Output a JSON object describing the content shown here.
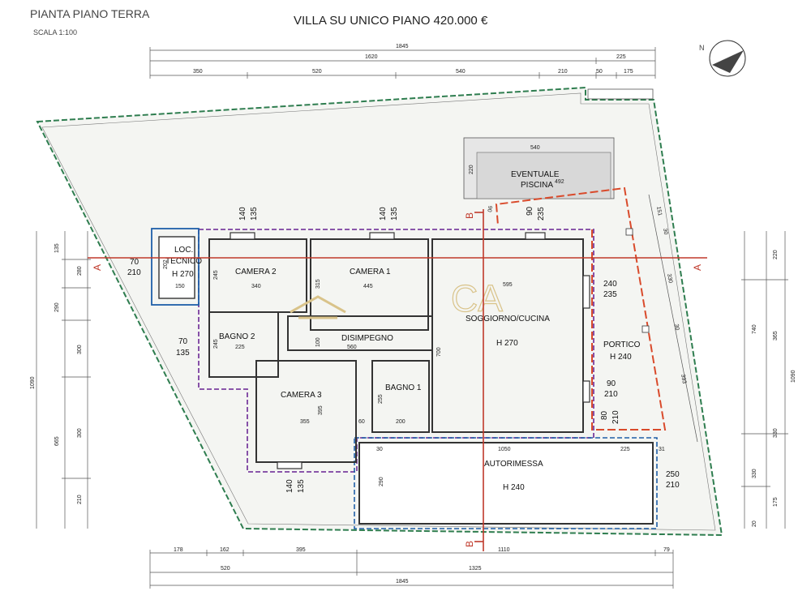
{
  "header": {
    "plan_title": "PIANTA PIANO TERRA",
    "scale": "SCALA 1:100",
    "listing_title": "VILLA SU UNICO PIANO 420.000 €"
  },
  "watermark": {
    "text": "CA"
  },
  "compass": {
    "label": "N"
  },
  "rooms": {
    "loc_tecnico_line1": "LOC.",
    "loc_tecnico_line2": "TECNICO",
    "loc_tecnico_h": "H 270",
    "camera2": "CAMERA 2",
    "camera1": "CAMERA 1",
    "soggiorno": "SOGGIORNO/CUCINA",
    "soggiorno_h": "H 270",
    "bagno2": "BAGNO 2",
    "disimpegno": "DISIMPEGNO",
    "camera3": "CAMERA 3",
    "bagno1": "BAGNO 1",
    "portico": "PORTICO",
    "portico_h": "H 240",
    "autorimessa": "AUTORIMESSA",
    "autorimessa_h": "H 240",
    "piscina_line1": "EVENTUALE",
    "piscina_line2": "PISCINA"
  },
  "sections": {
    "a": "A",
    "b": "B"
  },
  "dims": {
    "top": [
      "1845",
      "1620",
      "225",
      "350",
      "520",
      "540",
      "210",
      "50",
      "175"
    ],
    "bottom": [
      "178",
      "162",
      "395",
      "1110",
      "79",
      "520",
      "1325",
      "1845"
    ],
    "left": [
      "135",
      "280",
      "290",
      "300",
      "300",
      "665",
      "210",
      "1090"
    ],
    "right": [
      "220",
      "740",
      "365",
      "1090",
      "330",
      "330",
      "175",
      "20"
    ],
    "interior": {
      "cam2_w": "340",
      "cam1_w": "445",
      "sogg_w": "595",
      "loc_w": "150",
      "cam2_h": "245",
      "cam1_h": "315",
      "bagno2_w": "225",
      "bagno2_h": "245",
      "dis_w": "560",
      "dis_h": "100",
      "sogg_h": "700",
      "cam3_w": "355",
      "cam3_h": "395",
      "gap60": "60",
      "bagno1_w": "200",
      "bagno1_h": "255",
      "gar_w": "1050",
      "gar_30": "30",
      "gar_h": "290",
      "gar_225": "225",
      "gar_31": "31",
      "pool_w": "540",
      "pool_w2": "492",
      "pool_h": "220",
      "por_a": "151",
      "por_b": "30",
      "por_c": "330",
      "por_d": "30",
      "por_e": "393",
      "loc_h": "202",
      "p_06": "06"
    },
    "annotations": {
      "w_cam2_top": "140",
      "w_cam2_bot": "135",
      "w_cam1_top": "140",
      "w_cam1_bot": "135",
      "w_sog_top": "90",
      "w_sog_bot": "235",
      "w_loc_top": "70",
      "w_loc_bot": "210",
      "w_sog_r_top": "240",
      "w_sog_r_bot": "235",
      "w_bag2_top": "70",
      "w_bag2_bot": "135",
      "w_por_top": "90",
      "w_por_bot": "210",
      "w_por2_a": "80",
      "w_por2_b": "210",
      "w_cam3_top": "140",
      "w_cam3_bot": "135",
      "w_gar_top": "250",
      "w_gar_bot": "210"
    }
  }
}
